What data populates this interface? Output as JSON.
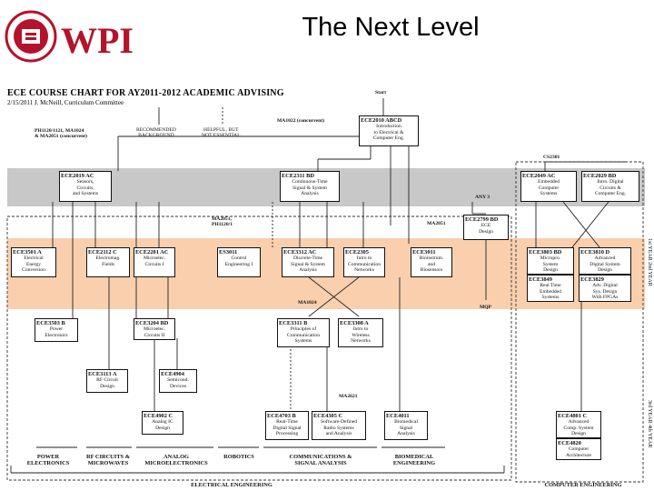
{
  "slide": {
    "title": "The Next Level"
  },
  "logo": {
    "text": "WPI"
  },
  "chart": {
    "title": "ECE COURSE CHART FOR AY2011-2012 ACADEMIC ADVISING",
    "subtitle": "2/15/2011   J. McNeill, Curriculum Committee"
  },
  "legend": {
    "prereq": "PH1120/1121, MA1024\n& MA2051 (concurrent)",
    "recommended": "RECOMMENDED\nBACKGROUND",
    "helpful": "HELPFUL, BUT\nNOT ESSENTIAL"
  },
  "labels": {
    "start": "Start",
    "ma1022": "MA1022 (concurrent)",
    "cs2301": "CS2301",
    "any3": "ANY 3",
    "ma2051_a": "MA2051,\nPH1120/1",
    "ma2051_b": "MA2051",
    "ma1024": "MA1024",
    "ma2621": "MA2621",
    "mqp": "MQP",
    "side1": "1st YEAR   2nd YEAR",
    "side2": "3rd YEAR   4th YEAR"
  },
  "boxes": {
    "ece2010": {
      "code": "ECE2010  ABCD",
      "name": "Introduction\nto Electrical &\nComputer Eng."
    },
    "ece2019": {
      "code": "ECE2019 AC",
      "name": "Sensors,\nCircuits,\nand Systems"
    },
    "ece2311": {
      "code": "ECE2311   BD",
      "name": "Continuous-Time\nSignal & System\nAnalysis"
    },
    "ece2049": {
      "code": "ECE2049 AC",
      "name": "Embedded\nComputer\nSystems"
    },
    "ece2029": {
      "code": "ECE2029 BD",
      "name": "Intro. Digital\nCircuits &\nComputer Eng."
    },
    "ece2799": {
      "code": "ECE2799 BD",
      "name": "ECE\nDesign"
    },
    "ece3501": {
      "code": "ECE3501   A",
      "name": "Electrical\nEnergy\nConversion"
    },
    "ece2112": {
      "code": "ECE2112   C",
      "name": "Electromag.\nFields"
    },
    "ece2201": {
      "code": "ECE2201 AC",
      "name": "Microelec.\nCircuits I"
    },
    "es3011": {
      "code": "ES3011",
      "name": "Control\nEngineering I"
    },
    "ece3312": {
      "code": "ECE3312   AC",
      "name": "Discrete-Time\nSignal & System\nAnalysis"
    },
    "ece2305": {
      "code": "ECE2305",
      "name": "Intro to\nCommunication\nNetworks"
    },
    "ece3011": {
      "code": "ECE3011",
      "name": "Bioinstrum.\nand\nBiosensors"
    },
    "ece3803": {
      "code": "ECE3803 BD",
      "name": "Micropro.\nSystem\nDesign"
    },
    "ece3810": {
      "code": "ECE3810   D",
      "name": "Advanced\nDigital System\nDesign"
    },
    "ece3849": {
      "code": "ECE3849",
      "name": "Real Time\nEmbedded\nSystems"
    },
    "ece3829": {
      "code": "ECE3829",
      "name": "Adv. Digital\nSys. Design\nWith FPGAs"
    },
    "ece3503": {
      "code": "ECE3503   B",
      "name": "Power\nElectronics"
    },
    "ece3204": {
      "code": "ECE3204 BD",
      "name": "Microelec.\nCircuits II"
    },
    "ece3311": {
      "code": "ECE3311   B",
      "name": "Principles of\nCommunication\nSystems"
    },
    "ece3308": {
      "code": "ECE3308   A",
      "name": "Intro to\nWireless\nNetworks"
    },
    "ece3113": {
      "code": "ECE3113   A",
      "name": "RF Circuit\nDesign"
    },
    "ece4904": {
      "code": "ECE4904",
      "name": "Semicond.\nDevices"
    },
    "ece4902": {
      "code": "ECE4902   C",
      "name": "Analog IC\nDesign"
    },
    "ece4703": {
      "code": "ECE4703   B",
      "name": "Real-Time\nDigital Signal\nProcessing"
    },
    "ece4305": {
      "code": "ECE4305   C",
      "name": "Software-Defined\nRadio Systems\nand Analysis"
    },
    "ece4011": {
      "code": "ECE4011",
      "name": "Biomedical\nSignal\nAnalysis"
    },
    "ece4801": {
      "code": "ECE4801   C",
      "name": "Advanced\nComp. System\nDesign"
    },
    "ece4820": {
      "code": "ECE4820",
      "name": "Computer\nArchitecture"
    }
  },
  "groups": {
    "power": "POWER\nELECTRONICS",
    "rf": "RF CIRCUITS &\nMICROWAVES",
    "analog": "ANALOG\nMICROELECTRONICS",
    "robotics": "ROBOTICS",
    "comm": "COMMUNICATIONS &\nSIGNAL ANALYSIS",
    "biomed": "BIOMEDICAL\nENGINEERING",
    "ee": "ELECTRICAL ENGINEERING",
    "ce": "COMPUTER ENGINEERING"
  },
  "colors": {
    "gray_band": "#c8c8c8",
    "orange_band": "#f9cfae",
    "wpi_red": "#b5122b"
  }
}
